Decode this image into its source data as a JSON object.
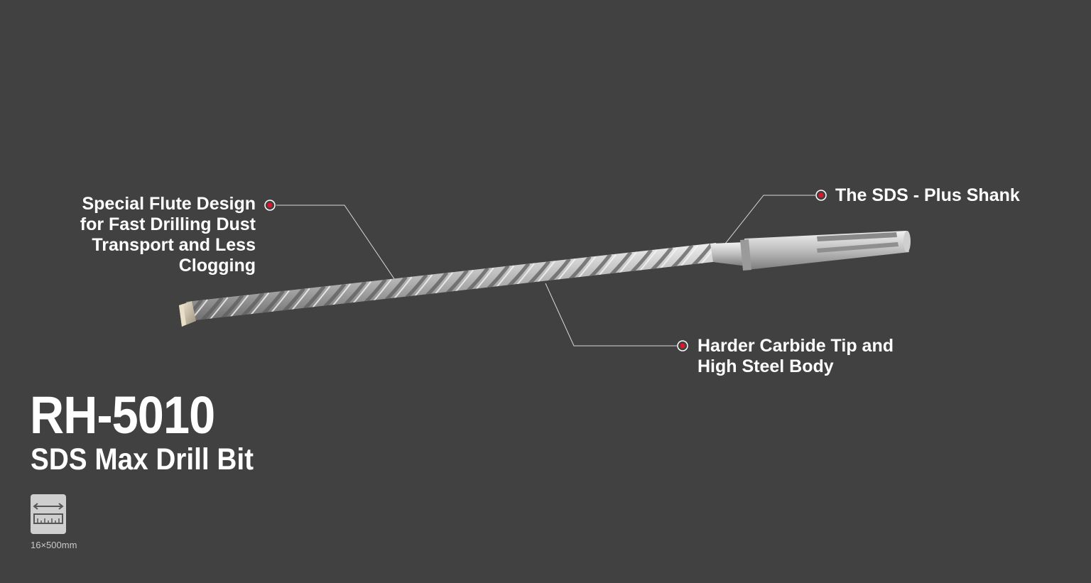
{
  "product": {
    "model": "RH-5010",
    "name": "SDS Max Drill Bit",
    "size": "16×500mm",
    "size_icon": "ruler-measure-icon"
  },
  "callouts": {
    "flute": {
      "lines": [
        "Special Flute Design",
        "for Fast Drilling Dust",
        "Transport and Less",
        "Clogging"
      ]
    },
    "shank": {
      "text": "The SDS - Plus Shank"
    },
    "tip": {
      "lines": [
        "Harder Carbide Tip and",
        "High Steel Body"
      ]
    }
  },
  "colors": {
    "background": "#414141",
    "marker": "#e0142b",
    "text": "#ffffff",
    "leader_line": "#d8d8d8"
  }
}
